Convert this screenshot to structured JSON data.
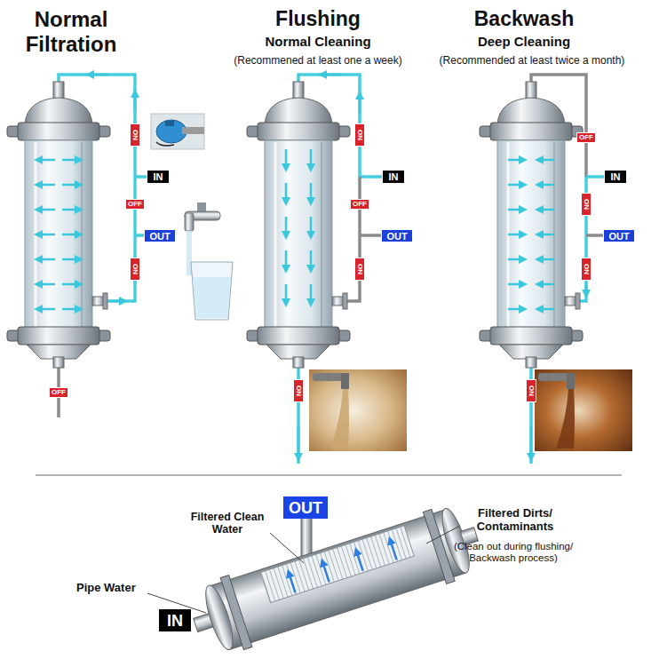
{
  "diagram": {
    "nodes": [
      {
        "text": [
          "ON"
        ]
      },
      {
        "text": [
          "IN"
        ]
      },
      {
        "text": [
          "OFF"
        ]
      },
      {
        "text": [
          "OUT"
        ]
      },
      {
        "text": [
          "ON"
        ]
      },
      {
        "text": [
          "OFF"
        ]
      },
      {
        "text": [
          "ON"
        ]
      },
      {
        "text": [
          "IN"
        ]
      },
      {
        "text": [
          "OFF"
        ]
      },
      {
        "text": [
          "OUT"
        ]
      },
      {
        "text": [
          "ON"
        ]
      },
      {
        "text": [
          "ON"
        ]
      },
      {
        "text": [
          "OFF"
        ]
      },
      {
        "text": [
          "IN"
        ]
      },
      {
        "text": [
          "ON"
        ]
      },
      {
        "text": [
          "OUT"
        ]
      },
      {
        "text": [
          "ON"
        ]
      },
      {
        "text": [
          "ON"
        ]
      },
      {
        "text": [
          "OUT"
        ]
      },
      {
        "text": [
          "IN"
        ]
      }
    ],
    "labels": [
      "Normal Filtration",
      "Flushing",
      "Normal Cleaning",
      "(Recommened at least one a week)",
      "Backwash",
      "Deep Cleaning",
      "(Recommended at least twice a month)",
      "Filtered Clean Water",
      "Filtered Dirts/ Contaminants",
      "(Clean out during flushing/ Backwash process)",
      "Pipe Water"
    ]
  }
}
